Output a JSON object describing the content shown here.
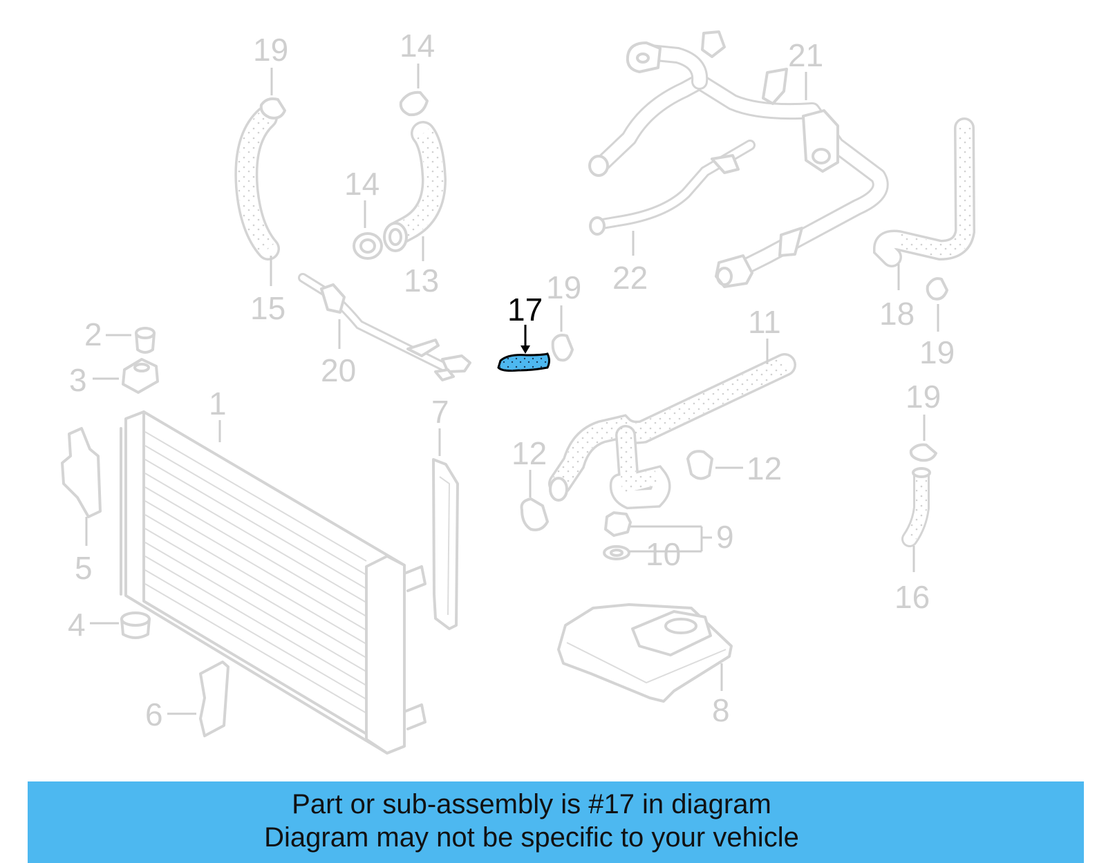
{
  "callouts": {
    "c1": "1",
    "c2": "2",
    "c3": "3",
    "c4": "4",
    "c5": "5",
    "c6": "6",
    "c7": "7",
    "c8": "8",
    "c9": "9",
    "c10": "10",
    "c11": "11",
    "c12a": "12",
    "c12b": "12",
    "c13": "13",
    "c14a": "14",
    "c14b": "14",
    "c15": "15",
    "c16": "16",
    "c17": "17",
    "c18": "18",
    "c19a": "19",
    "c19b": "19",
    "c19c": "19",
    "c19d": "19",
    "c20": "20",
    "c21": "21",
    "c22": "22"
  },
  "highlight": {
    "part_number": "17",
    "color": "#4db8f0"
  },
  "banner": {
    "line1": "Part or sub-assembly is #17 in diagram",
    "line2": "Diagram may not be specific to your vehicle",
    "background": "#4db8f0"
  }
}
